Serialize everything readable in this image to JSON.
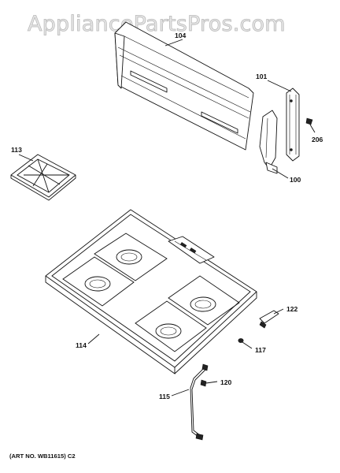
{
  "watermark": "AppliancePartsPros.com",
  "labels": {
    "p104": "104",
    "p101": "101",
    "p206": "206",
    "p113": "113",
    "p100": "100",
    "p122": "122",
    "p114": "114",
    "p117": "117",
    "p120": "120",
    "p115": "115"
  },
  "art_number": "(ART NO. WB11615) C2"
}
